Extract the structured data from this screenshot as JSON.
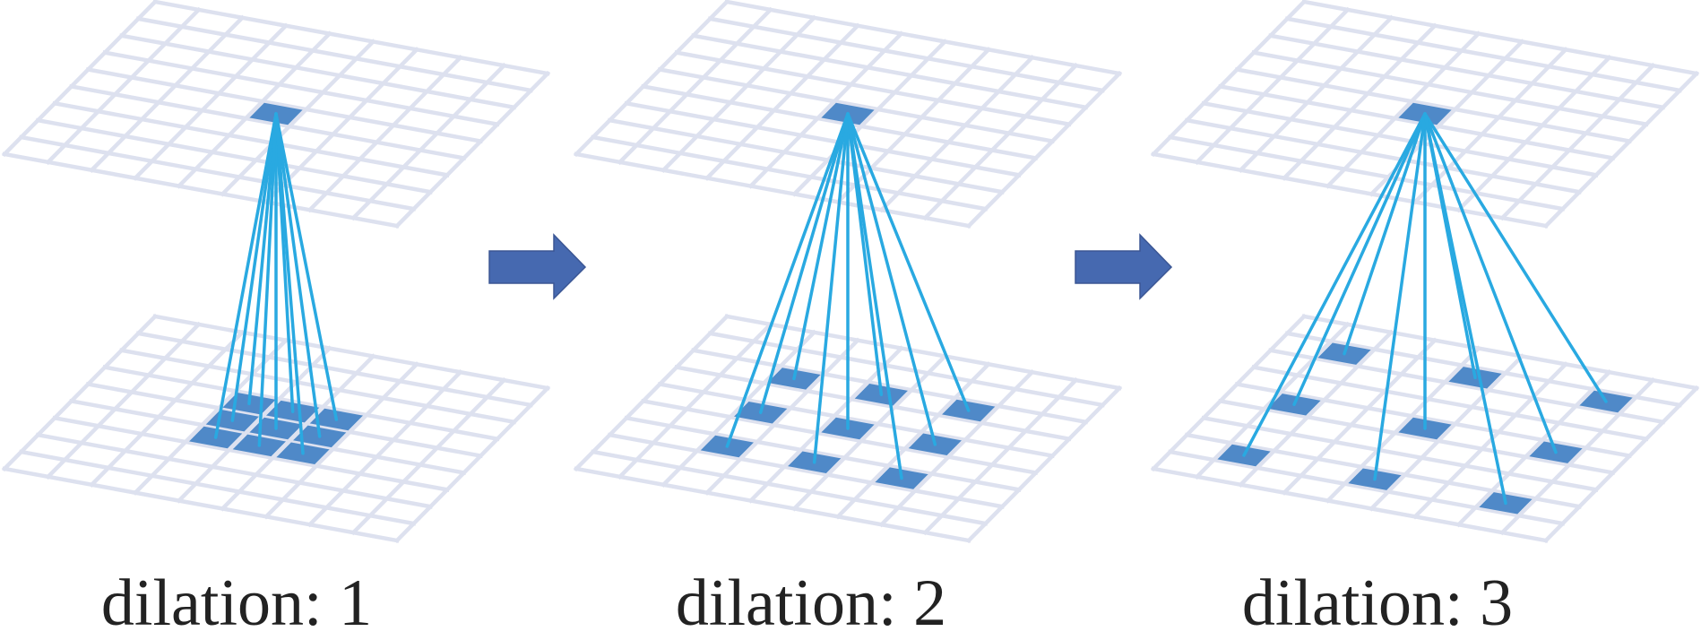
{
  "panels": [
    {
      "label": "dilation: 1",
      "dilation": 1
    },
    {
      "label": "dilation: 2",
      "dilation": 2
    },
    {
      "label": "dilation: 3",
      "dilation": 3
    }
  ],
  "grid_size": 9,
  "kernel_size": 3,
  "output_cell": [
    4,
    4
  ],
  "colors": {
    "grid": "#dde1ef",
    "cell": "#4f89c8",
    "line": "#29a9e1",
    "arrow_fill": "#4669b0",
    "arrow_stroke": "#3b5694",
    "text": "#222222"
  }
}
